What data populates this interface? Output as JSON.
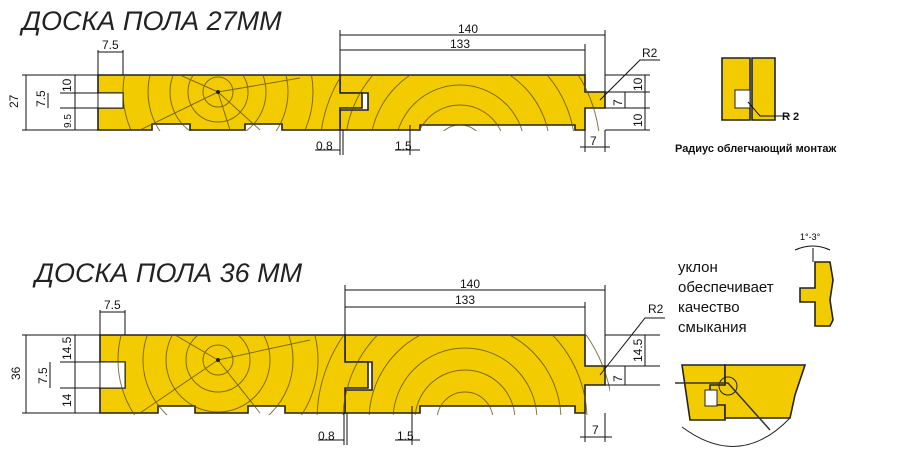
{
  "top": {
    "title": "ДОСКА ПОЛА 27ММ",
    "dims": {
      "total_height": "27",
      "upper": "10",
      "groove": "7.5",
      "lower": "9.5",
      "groove_depth": "7.5",
      "width_full": "140",
      "width_face": "133",
      "radius": "R2",
      "right_upper": "10",
      "right_tongue": "7",
      "right_lower": "10",
      "gap": "0.8",
      "relief": "1.5",
      "tongue_len": "7"
    }
  },
  "bottom": {
    "title": "ДОСКА ПОЛА 36 ММ",
    "dims": {
      "total_height": "36",
      "upper": "14.5",
      "groove": "7.5",
      "lower": "14",
      "groove_depth": "7.5",
      "width_full": "140",
      "width_face": "133",
      "radius": "R2",
      "right_upper": "14.5",
      "right_tongue": "7",
      "gap": "0.8",
      "relief": "1.5",
      "tongue_len": "7"
    }
  },
  "inset_radius": {
    "label": "R 2",
    "caption": "Радиус облегчающий монтаж"
  },
  "inset_slope": {
    "angle": "1°-3°",
    "lines": [
      "уклон",
      "обеспечивает",
      "качество",
      "смыкания"
    ]
  },
  "colors": {
    "wood": "#f2cc00"
  }
}
